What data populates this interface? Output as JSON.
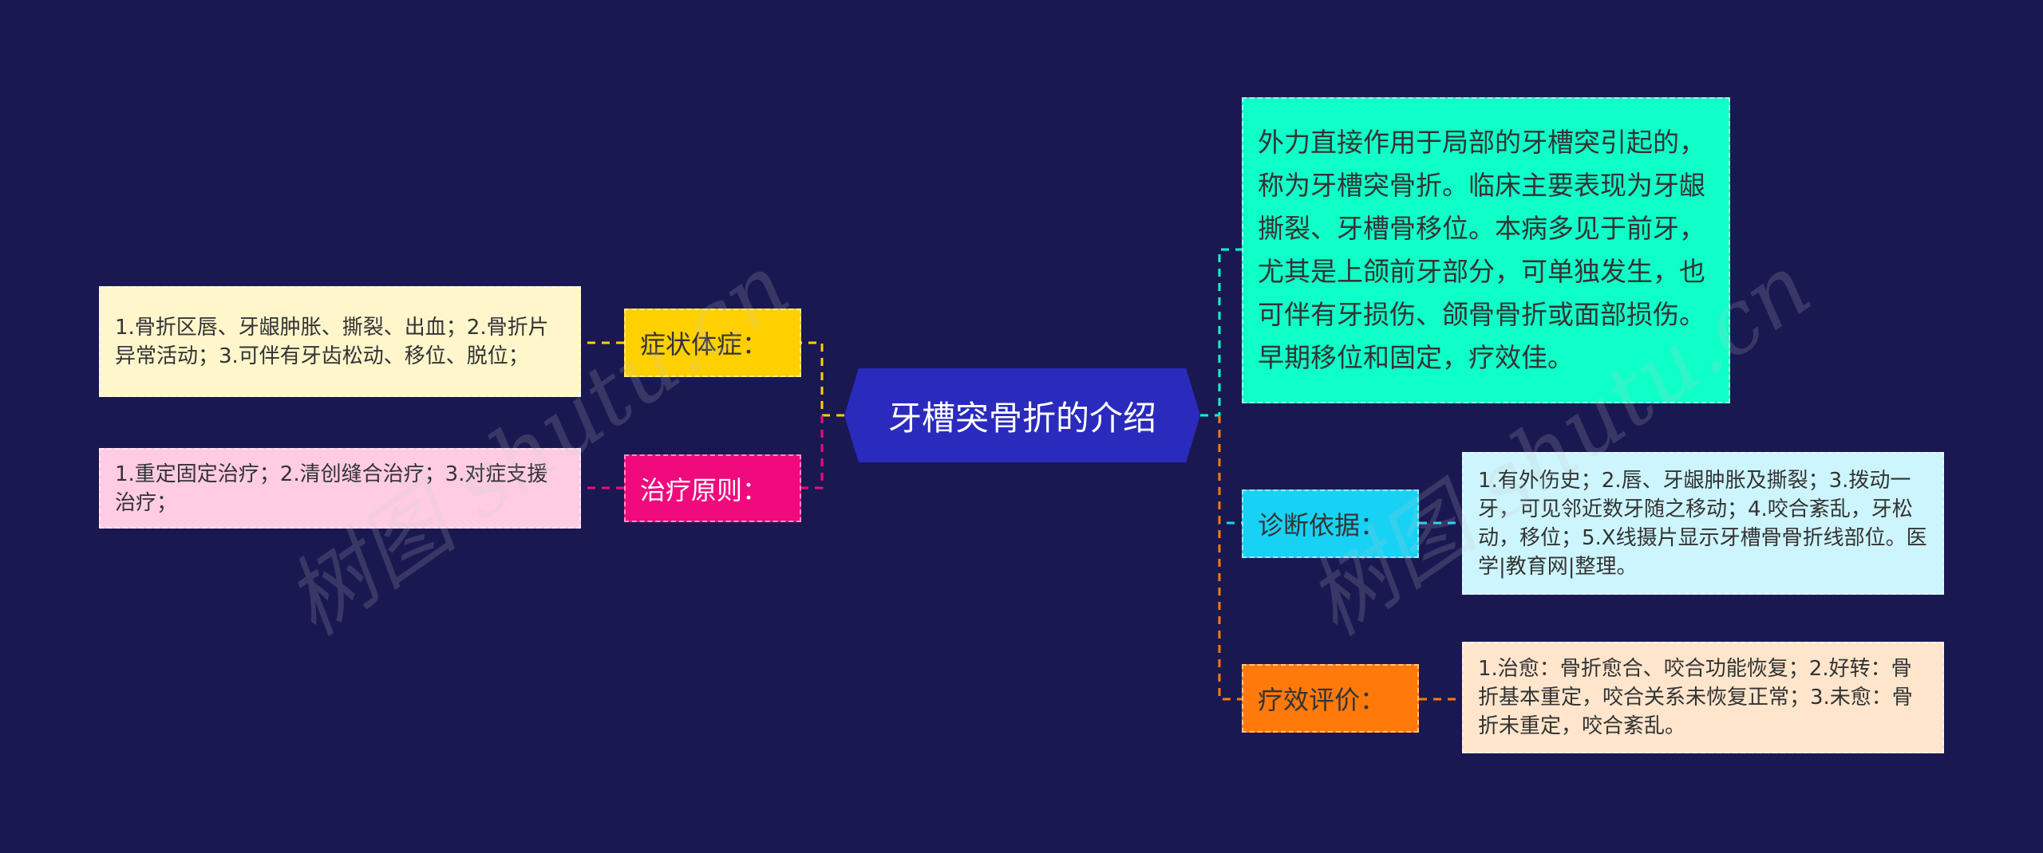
{
  "title": "牙槽突骨折的介绍",
  "colors": {
    "background": "#1a1851",
    "center": "#2a2bbd"
  },
  "left": [
    {
      "label": "症状体症：",
      "detail": "1.骨折区唇、牙龈肿胀、撕裂、出血；2.骨折片异常活动；3.可伴有牙齿松动、移位、脱位；",
      "color": "#ffd000",
      "detail_bg": "#fff6cc"
    },
    {
      "label": "治疗原则：",
      "detail": "1.重定固定治疗；2.清创缝合治疗；3.对症支援治疗；",
      "color": "#f00a7d",
      "detail_bg": "#ffcce4"
    }
  ],
  "right": [
    {
      "detail": "外力直接作用于局部的牙槽突引起的，称为牙槽突骨折。临床主要表现为牙龈撕裂、牙槽骨移位。本病多见于前牙，尤其是上颌前牙部分，可单独发生，也可伴有牙损伤、颌骨骨折或面部损伤。早期移位和固定，疗效佳。",
      "color": "#0fffc8"
    },
    {
      "label": "诊断依据：",
      "detail": "1.有外伤史；2.唇、牙龈肿胀及撕裂；3.拨动一牙，可见邻近数牙随之移动；4.咬合紊乱，牙松动，移位；5.X线摄片显示牙槽骨骨折线部位。医学|教育网|整理。",
      "color": "#18d2f5",
      "detail_bg": "#cdf5fd"
    },
    {
      "label": "疗效评价：",
      "detail": "1.治愈：骨折愈合、咬合功能恢复；2.好转：骨折基本重定，咬合关系未恢复正常；3.未愈：骨折未重定，咬合紊乱。",
      "color": "#ff7a0a",
      "detail_bg": "#ffe5cc"
    }
  ],
  "watermark": "树图 shutu.cn"
}
